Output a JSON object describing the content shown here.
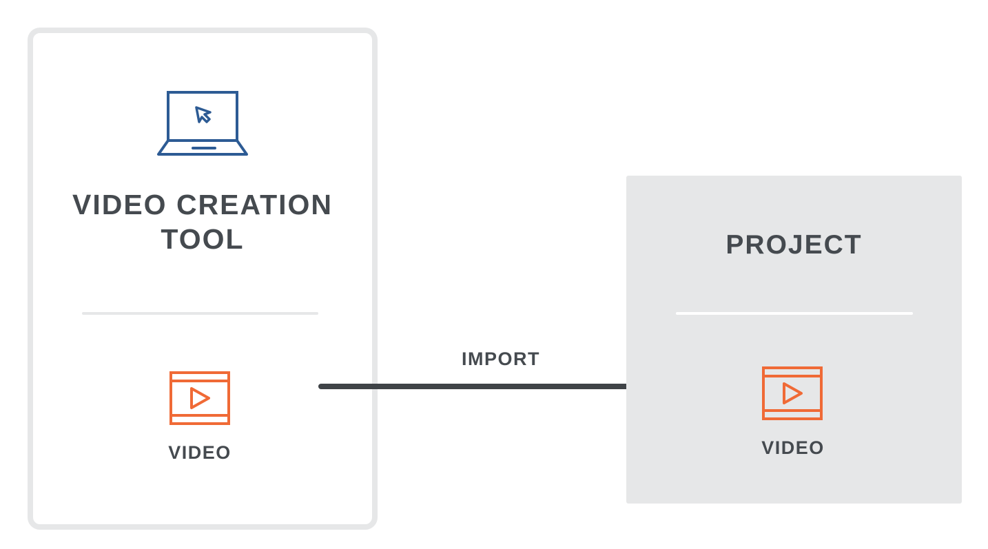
{
  "tool_card": {
    "title_line1": "VIDEO CREATION",
    "title_line2": "TOOL",
    "icon": "laptop-cursor-icon",
    "video_icon": "video-player-icon",
    "video_label": "VIDEO"
  },
  "connector": {
    "label": "IMPORT",
    "icon": "arrow-right-icon"
  },
  "project_card": {
    "title": "PROJECT",
    "video_icon": "video-player-icon",
    "video_label": "VIDEO"
  },
  "colors": {
    "text": "#454a4f",
    "laptop_blue": "#2d5b94",
    "video_orange": "#f06a36",
    "card_border": "#e6e7e8",
    "project_bg": "#e6e7e8",
    "arrow": "#3f4347"
  }
}
